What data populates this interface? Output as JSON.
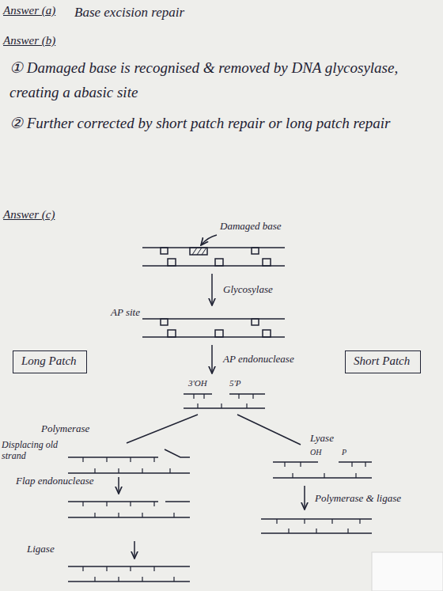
{
  "diagram": {
    "nodes": [
      {
        "text": [
          "Long Patch"
        ]
      },
      {
        "text": [
          "Short Patch"
        ]
      }
    ],
    "labels": [
      "Answer (a)",
      "Base excision repair",
      "Answer (b)",
      "① Damaged base is recognised & removed by DNA glycosylase, creating a abasic site",
      "② Further corrected by short patch repair or long patch repair",
      "Answer (c)",
      "Damaged base",
      "Glycosylase",
      "AP site",
      "AP endonuclease",
      "3'OH",
      "5'P",
      "Polymerase",
      "Displacing old strand",
      "Flap endonuclease",
      "Ligase",
      "Lyase",
      "OH",
      "P",
      "Polymerase & ligase"
    ]
  }
}
